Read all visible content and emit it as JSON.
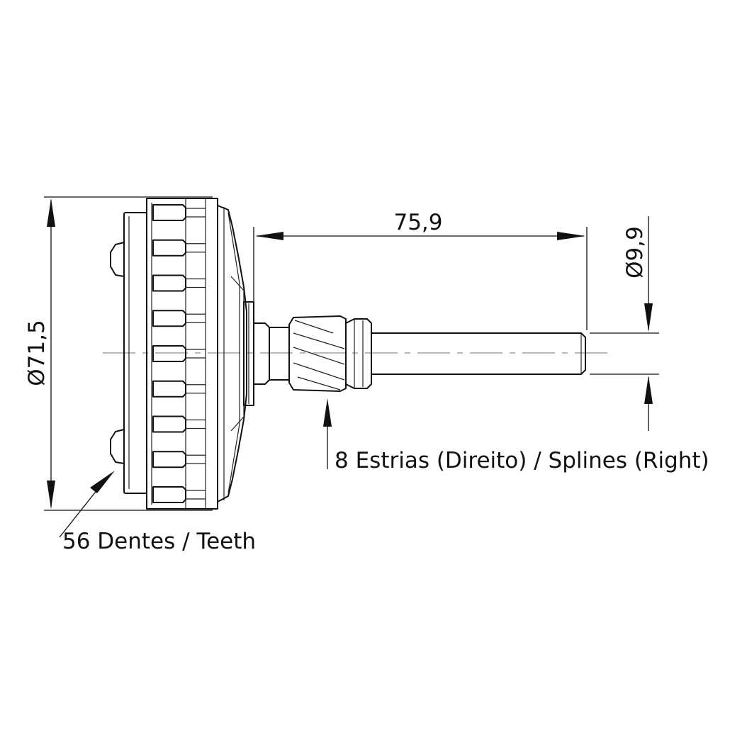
{
  "dimensions": {
    "outer_diameter": "Ø71,5",
    "shaft_length": "75,9",
    "shaft_diameter": "Ø9,9"
  },
  "callouts": {
    "teeth": "56 Dentes / Teeth",
    "splines": "8 Estrias (Direito) / Splines (Right)"
  },
  "gear": {
    "teeth_visible": 9
  }
}
